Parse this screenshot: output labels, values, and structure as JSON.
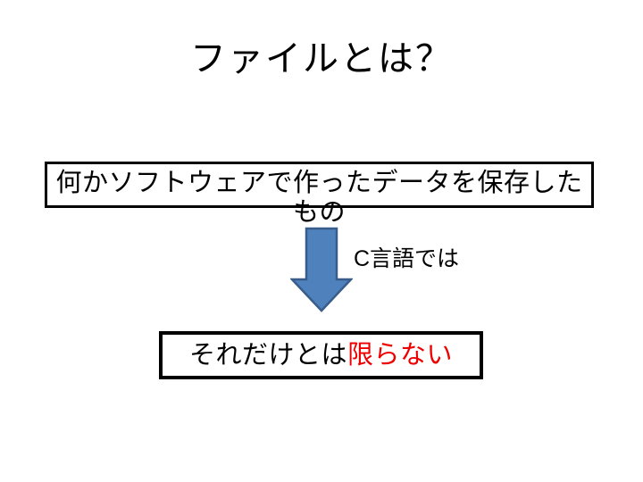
{
  "slide": {
    "title": "ファイルとは？",
    "background_color": "#ffffff"
  },
  "definition_box": {
    "lines": [
      "何かソフトウェアで作ったデータを保存した",
      "もの"
    ],
    "border_color": "#000000",
    "text_color": "#000000"
  },
  "arrow": {
    "label": "C言語では",
    "icon": "down-arrow-icon",
    "fill_color": "#4f81bd",
    "border_color": "#385d8a"
  },
  "conclusion_box": {
    "text_black": "それだけとは",
    "text_red": "限らない",
    "red_color": "#ee0000",
    "black_color": "#000000",
    "border_color": "#000000"
  }
}
